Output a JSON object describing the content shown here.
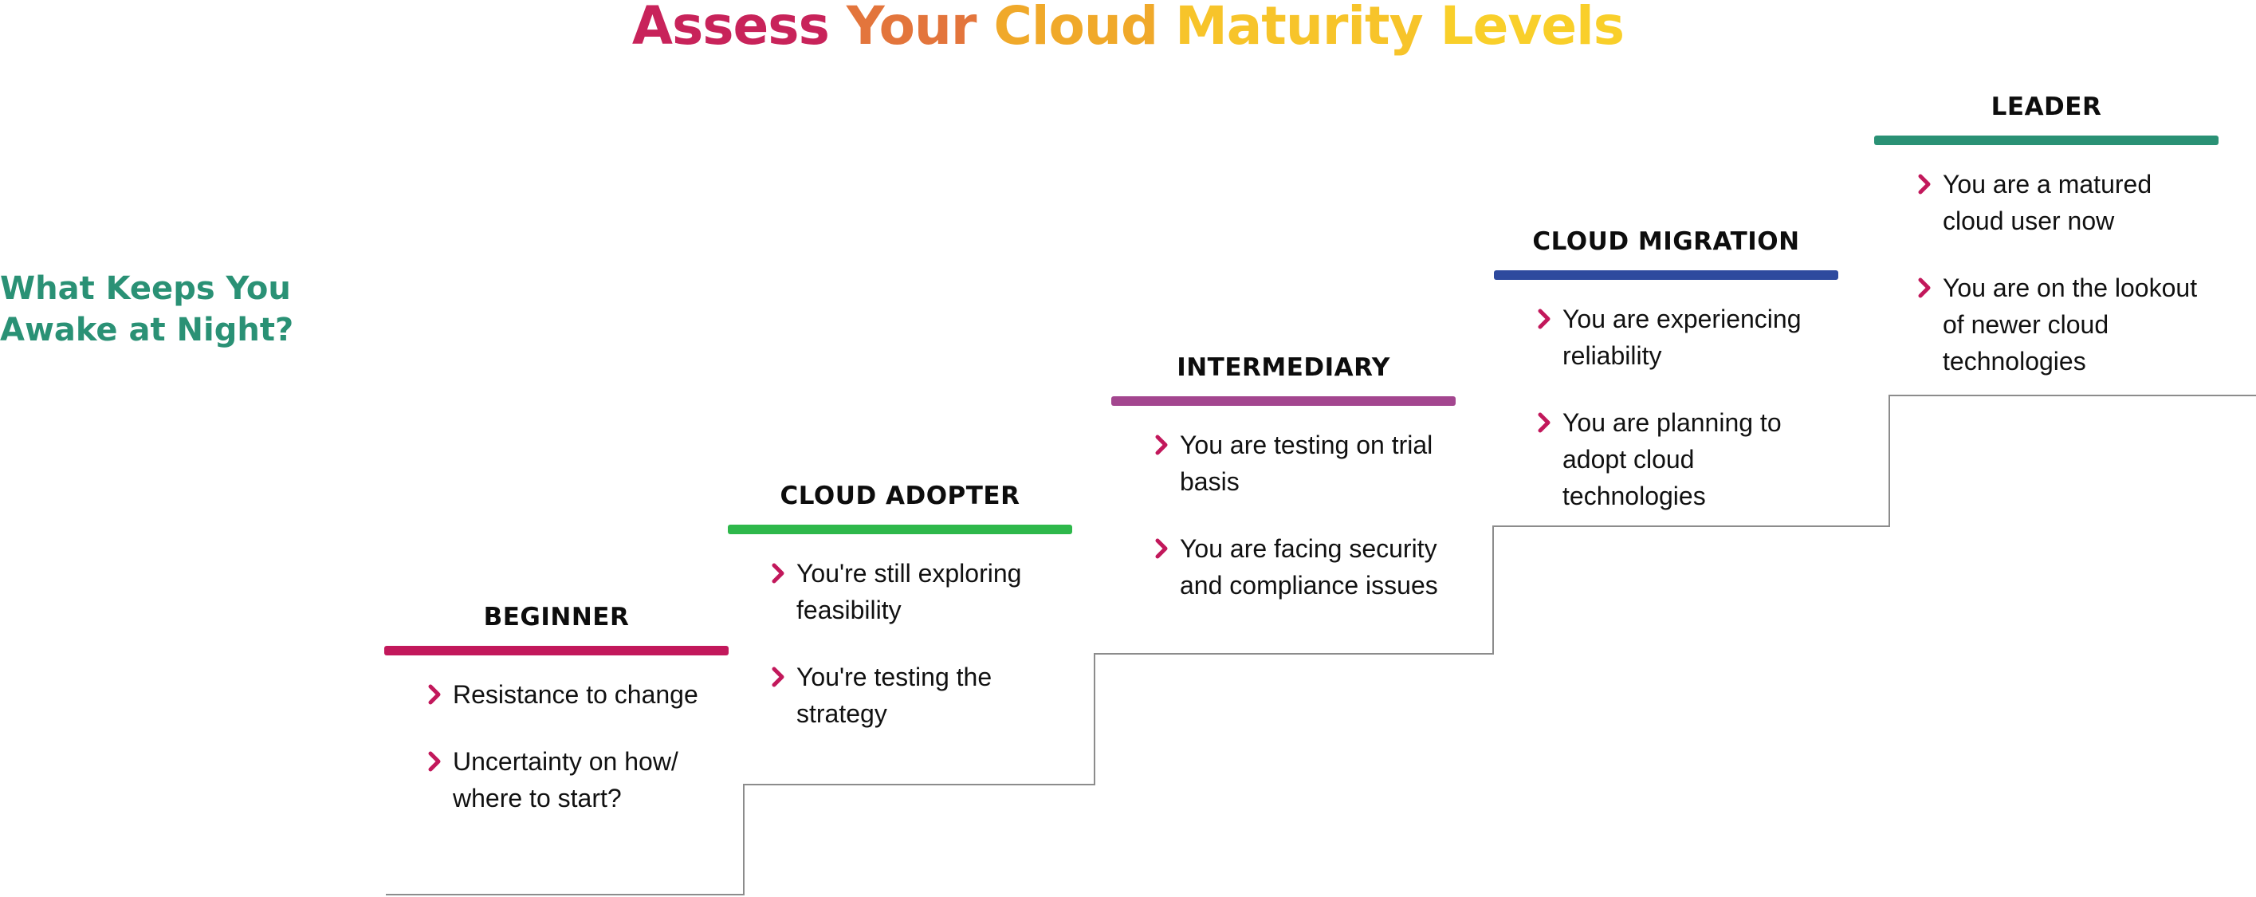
{
  "title": {
    "words": [
      {
        "text": "Assess",
        "color": "#c8235a"
      },
      {
        "text": "Your",
        "color": "#e3753c"
      },
      {
        "text": "Cloud",
        "color": "#f0a92a"
      },
      {
        "text": "Maturity",
        "color": "#f7c42a"
      },
      {
        "text": "Levels",
        "color": "#f9cf2a"
      }
    ]
  },
  "subtitle": {
    "line1": "What Keeps You",
    "line2": "Awake at Night?",
    "color": "#2a9175"
  },
  "chevron_icon": "chevron-right-icon",
  "chevron_color": "#c2185b",
  "levels": [
    {
      "name": "BEGINNER",
      "color": "#c2185b",
      "items": [
        "Resistance to change",
        "Uncertainty on how/ where to start?"
      ]
    },
    {
      "name": "CLOUD ADOPTER",
      "color": "#2eb84b",
      "items": [
        "You're still exploring feasibility",
        "You're testing the strategy"
      ]
    },
    {
      "name": "INTERMEDIARY",
      "color": "#a3468f",
      "items": [
        "You are testing on trial basis",
        "You are facing security and compliance issues"
      ]
    },
    {
      "name": "CLOUD MIGRATION",
      "color": "#2e4a9e",
      "items": [
        "You are experiencing reliability",
        "You are planning to adopt cloud technologies"
      ]
    },
    {
      "name": "LEADER",
      "color": "#2a9175",
      "items": [
        "You are a matured cloud user now",
        "You are on the lookout of newer cloud technologies"
      ]
    }
  ]
}
